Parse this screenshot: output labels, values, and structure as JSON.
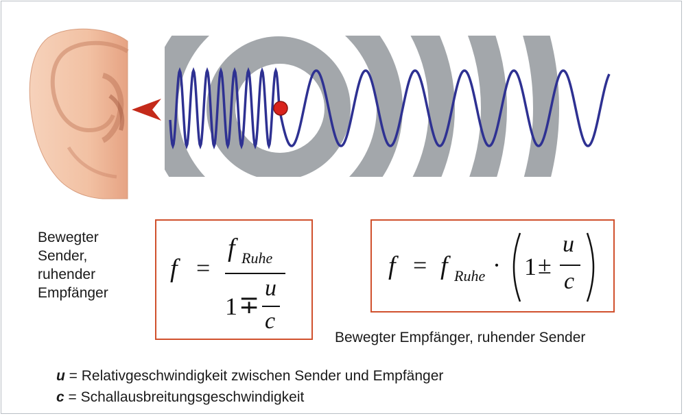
{
  "diagram": {
    "colors": {
      "rings": "#a3a7ab",
      "wave": "#2e3192",
      "source": "#d9221c",
      "arrow": "#c42a1a",
      "ear_skin": "#f2c1a3",
      "box_border": "#d0502c"
    },
    "icons": [
      "ear-icon",
      "arrow-icon",
      "sound-source-dot-icon"
    ]
  },
  "left_formula": {
    "label_lines": [
      "Bewegter",
      "Sender,",
      "ruhender",
      "Empfänger"
    ],
    "lhs": "f",
    "equals": "=",
    "numerator_symbol": "f",
    "numerator_subscript": "Ruhe",
    "denominator_one": "1",
    "operator": "∓",
    "frac_num": "u",
    "frac_den": "c"
  },
  "right_formula": {
    "lhs": "f",
    "equals": "=",
    "symbol": "f",
    "subscript": "Ruhe",
    "dot": "·",
    "one": "1",
    "operator": "±",
    "frac_num": "u",
    "frac_den": "c",
    "caption": "Bewegter Empfänger, ruhender Sender"
  },
  "legend": [
    {
      "symbol": "u",
      "text": " = Relativgeschwindigkeit zwischen Sender und Empfänger"
    },
    {
      "symbol": "c",
      "text": " = Schallausbreitungsgeschwindigkeit"
    }
  ]
}
